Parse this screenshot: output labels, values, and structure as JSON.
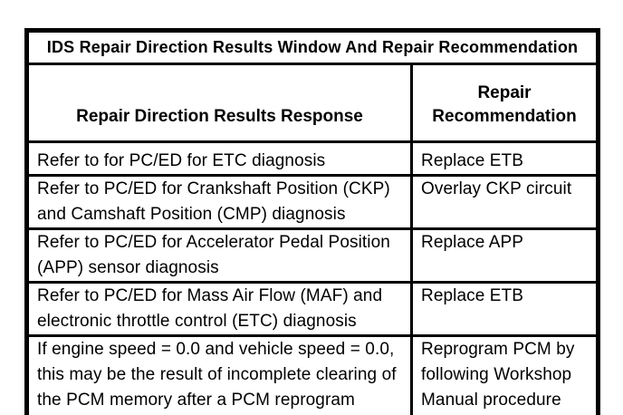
{
  "colors": {
    "border": "#000000",
    "text": "#000000",
    "background": "#ffffff"
  },
  "table": {
    "title": "IDS Repair Direction Results Window And Repair Recommendation",
    "headers": {
      "response": "Repair Direction Results Response",
      "recommendation": "Repair Recommendation"
    },
    "rows": [
      {
        "response": "Refer to for PC/ED for ETC diagnosis",
        "recommendation": "Replace ETB"
      },
      {
        "response": "Refer to PC/ED for Crankshaft Position (CKP) and Camshaft Position (CMP) diagnosis",
        "recommendation": "Overlay CKP circuit"
      },
      {
        "response": "Refer to PC/ED for Accelerator Pedal Position (APP) sensor diagnosis",
        "recommendation": "Replace APP"
      },
      {
        "response": "Refer to PC/ED for Mass Air Flow (MAF) and electronic throttle control (ETC) diagnosis",
        "recommendation": "Replace ETB"
      },
      {
        "response": "If engine speed = 0.0 and vehicle speed = 0.0, this may be the result of incomplete clearing of the PCM memory after a PCM reprogram",
        "recommendation": "Reprogram PCM by following Workshop Manual procedure"
      }
    ]
  }
}
